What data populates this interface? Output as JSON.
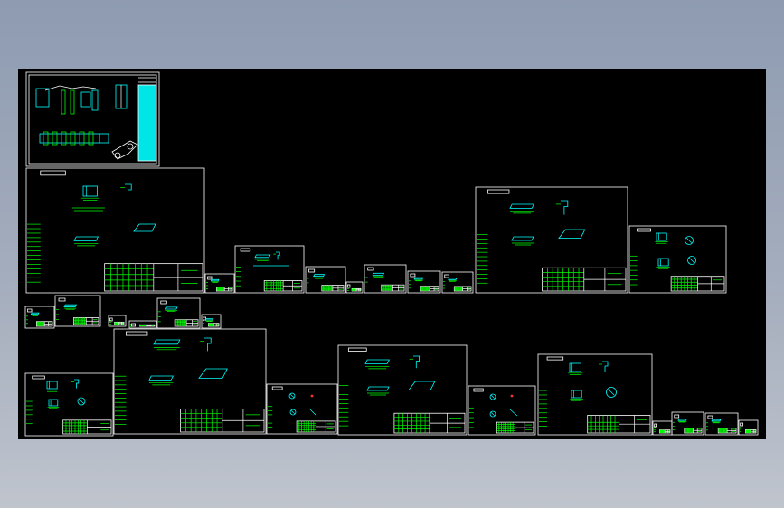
{
  "viewport": {
    "background": "#000000",
    "page_background": "#9aa5b8"
  },
  "colors": {
    "frame": "#ffffff",
    "geometry": "#00ffff",
    "text": "#00ff00",
    "accent": "#ff3030",
    "title_fill": "#00e5e5"
  },
  "sheets": [
    {
      "id": "overview",
      "kind": "overview"
    },
    {
      "id": "sheet-1",
      "kind": "drawing"
    },
    {
      "id": "sheet-2",
      "kind": "drawing"
    },
    {
      "id": "sheet-3",
      "kind": "drawing"
    },
    {
      "id": "sheet-4",
      "kind": "drawing"
    },
    {
      "id": "sheet-5",
      "kind": "drawing"
    },
    {
      "id": "sheet-6",
      "kind": "drawing"
    },
    {
      "id": "sheet-7",
      "kind": "drawing"
    },
    {
      "id": "sheet-8",
      "kind": "drawing"
    },
    {
      "id": "sheet-9",
      "kind": "drawing"
    },
    {
      "id": "sheet-10",
      "kind": "drawing"
    },
    {
      "id": "sheet-11",
      "kind": "drawing"
    },
    {
      "id": "sheet-12",
      "kind": "drawing"
    },
    {
      "id": "sheet-13",
      "kind": "drawing"
    },
    {
      "id": "sheet-14",
      "kind": "drawing"
    },
    {
      "id": "sheet-15",
      "kind": "drawing"
    },
    {
      "id": "sheet-16",
      "kind": "drawing"
    },
    {
      "id": "sheet-17",
      "kind": "drawing"
    },
    {
      "id": "sheet-18",
      "kind": "drawing"
    },
    {
      "id": "sheet-19",
      "kind": "drawing"
    },
    {
      "id": "sheet-20",
      "kind": "drawing"
    },
    {
      "id": "sheet-21",
      "kind": "drawing"
    },
    {
      "id": "sheet-22",
      "kind": "drawing"
    },
    {
      "id": "sheet-23",
      "kind": "drawing"
    },
    {
      "id": "sheet-24",
      "kind": "drawing"
    },
    {
      "id": "sheet-25",
      "kind": "drawing"
    },
    {
      "id": "sheet-26",
      "kind": "drawing"
    }
  ]
}
